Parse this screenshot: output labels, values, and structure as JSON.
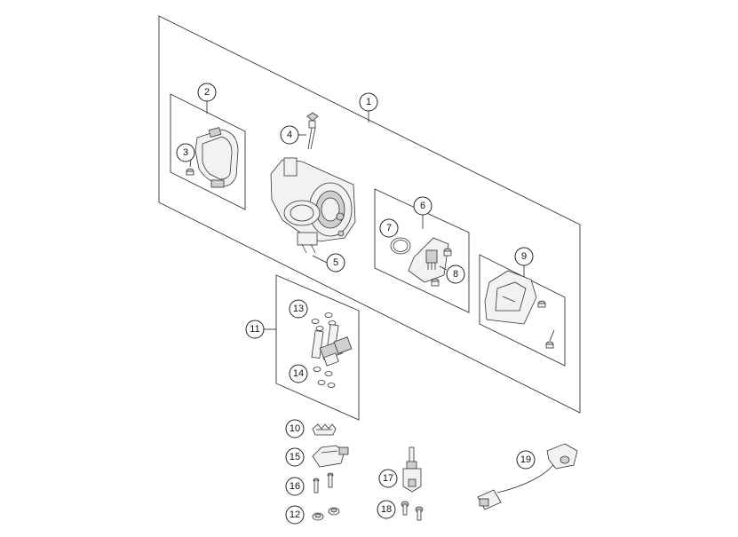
{
  "callouts": [
    "1",
    "2",
    "3",
    "4",
    "5",
    "6",
    "7",
    "8",
    "9",
    "11",
    "13",
    "14",
    "10",
    "15",
    "16",
    "12",
    "17",
    "18",
    "19"
  ],
  "icons": [
    "throttle-body",
    "intake-gasket",
    "screw",
    "idle-valve",
    "o-ring",
    "tps-sensor",
    "map-sensor",
    "fuel-injector",
    "seal-ring",
    "bracket",
    "hose-connector",
    "bolt",
    "nut",
    "temperature-sensor",
    "crank-sensor-cable"
  ]
}
